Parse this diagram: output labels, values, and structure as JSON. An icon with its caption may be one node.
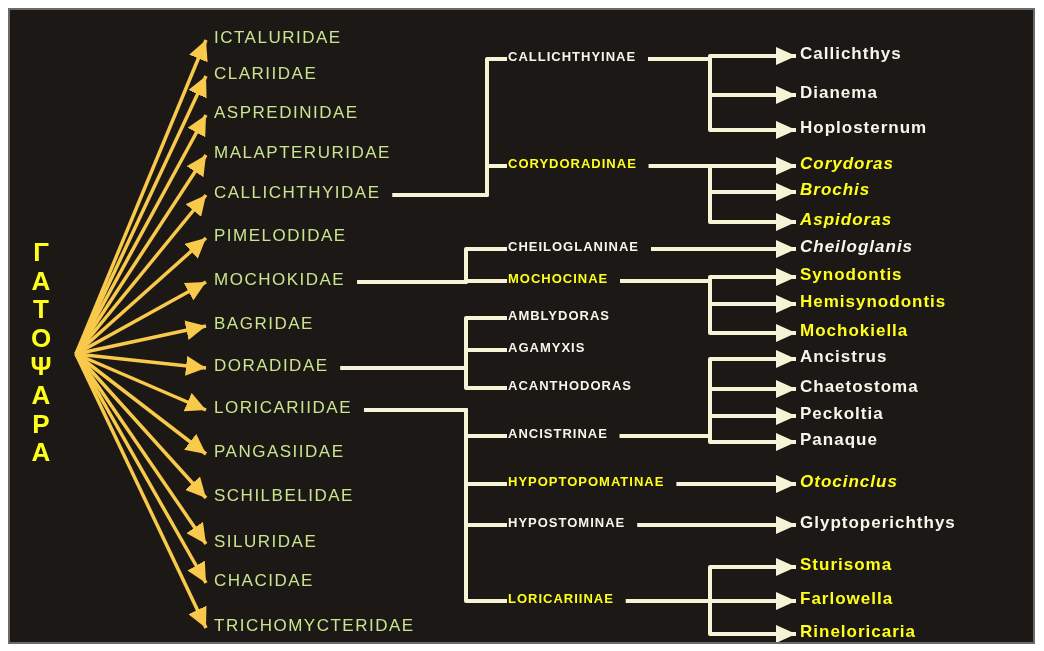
{
  "diagram": {
    "nodes": [
      {
        "text": [
          "ΓΑΤΟΨΑΡΑ"
        ]
      },
      {
        "text": [
          "ICTALURIDAE"
        ]
      },
      {
        "text": [
          "CLARIIDAE"
        ]
      },
      {
        "text": [
          "ASPREDINIDAE"
        ]
      },
      {
        "text": [
          "MALAPTERURIDAE"
        ]
      },
      {
        "text": [
          "CALLICHTHYIDAE"
        ]
      },
      {
        "text": [
          "PIMELODIDAE"
        ]
      },
      {
        "text": [
          "MOCHOKIDAE"
        ]
      },
      {
        "text": [
          "BAGRIDAE"
        ]
      },
      {
        "text": [
          "DORADIDAE"
        ]
      },
      {
        "text": [
          "LORICARIIDAE"
        ]
      },
      {
        "text": [
          "PANGASIIDAE"
        ]
      },
      {
        "text": [
          "SCHILBELIDAE"
        ]
      },
      {
        "text": [
          "SILURIDAE"
        ]
      },
      {
        "text": [
          "CHACIDAE"
        ]
      },
      {
        "text": [
          "TRICHOMYCTERIDAE"
        ]
      },
      {
        "text": [
          "CALLICHTHYINAE"
        ]
      },
      {
        "text": [
          "CORYDORADINAE"
        ]
      },
      {
        "text": [
          "CHEILOGLANINAE"
        ]
      },
      {
        "text": [
          "MOCHOCINAE"
        ]
      },
      {
        "text": [
          "AMBLYDORAS"
        ]
      },
      {
        "text": [
          "AGAMYXIS"
        ]
      },
      {
        "text": [
          "ACANTHODORAS"
        ]
      },
      {
        "text": [
          "ANCISTRINAE"
        ]
      },
      {
        "text": [
          "HYPOPTOPOMATINAE"
        ]
      },
      {
        "text": [
          "HYPOSTOMINAE"
        ]
      },
      {
        "text": [
          "LORICARIINAE"
        ]
      },
      {
        "text": [
          "Callichthys"
        ]
      },
      {
        "text": [
          "Dianema"
        ]
      },
      {
        "text": [
          "Hoplosternum"
        ]
      },
      {
        "text": [
          "Corydoras"
        ]
      },
      {
        "text": [
          "Brochis"
        ]
      },
      {
        "text": [
          "Aspidoras"
        ]
      },
      {
        "text": [
          "Cheiloglanis"
        ]
      },
      {
        "text": [
          "Synodontis"
        ]
      },
      {
        "text": [
          "Hemisynodontis"
        ]
      },
      {
        "text": [
          "Mochokiella"
        ]
      },
      {
        "text": [
          "Ancistrus"
        ]
      },
      {
        "text": [
          "Chaetostoma"
        ]
      },
      {
        "text": [
          "Peckoltia"
        ]
      },
      {
        "text": [
          "Panaque"
        ]
      },
      {
        "text": [
          "Otocinclus"
        ]
      },
      {
        "text": [
          "Glyptoperichthys"
        ]
      },
      {
        "text": [
          "Sturisoma"
        ]
      },
      {
        "text": [
          "Farlowella"
        ]
      },
      {
        "text": [
          "Rineloricaria"
        ]
      }
    ],
    "edges": [
      {
        "from": 0,
        "to": 1,
        "arrow": "to",
        "color": "#f8c94a"
      },
      {
        "from": 0,
        "to": 2,
        "arrow": "to",
        "color": "#f8c94a"
      },
      {
        "from": 0,
        "to": 3,
        "arrow": "to",
        "color": "#f8c94a"
      },
      {
        "from": 0,
        "to": 4,
        "arrow": "to",
        "color": "#f8c94a"
      },
      {
        "from": 0,
        "to": 5,
        "arrow": "to",
        "color": "#f8c94a"
      },
      {
        "from": 0,
        "to": 6,
        "arrow": "to",
        "color": "#f8c94a"
      },
      {
        "from": 0,
        "to": 7,
        "arrow": "to",
        "color": "#f8c94a"
      },
      {
        "from": 0,
        "to": 8,
        "arrow": "to",
        "color": "#f8c94a"
      },
      {
        "from": 0,
        "to": 9,
        "arrow": "to",
        "color": "#f8c94a"
      },
      {
        "from": 0,
        "to": 10,
        "arrow": "to",
        "color": "#f8c94a"
      },
      {
        "from": 0,
        "to": 11,
        "arrow": "to",
        "color": "#f8c94a"
      },
      {
        "from": 0,
        "to": 12,
        "arrow": "to",
        "color": "#f8c94a"
      },
      {
        "from": 0,
        "to": 13,
        "arrow": "to",
        "color": "#f8c94a"
      },
      {
        "from": 0,
        "to": 14,
        "arrow": "to",
        "color": "#f8c94a"
      },
      {
        "from": 0,
        "to": 15,
        "arrow": "to",
        "color": "#f8c94a"
      },
      {
        "from": 5,
        "to": 16,
        "arrow": "none"
      },
      {
        "from": 5,
        "to": 17,
        "arrow": "none"
      },
      {
        "from": 7,
        "to": 18,
        "arrow": "none"
      },
      {
        "from": 7,
        "to": 19,
        "arrow": "none"
      },
      {
        "from": 9,
        "to": 20,
        "arrow": "none"
      },
      {
        "from": 9,
        "to": 21,
        "arrow": "none"
      },
      {
        "from": 9,
        "to": 22,
        "arrow": "none"
      },
      {
        "from": 10,
        "to": 23,
        "arrow": "none"
      },
      {
        "from": 10,
        "to": 24,
        "arrow": "none"
      },
      {
        "from": 10,
        "to": 25,
        "arrow": "none"
      },
      {
        "from": 10,
        "to": 26,
        "arrow": "none"
      },
      {
        "from": 16,
        "to": 27,
        "arrow": "to"
      },
      {
        "from": 16,
        "to": 28,
        "arrow": "to"
      },
      {
        "from": 16,
        "to": 29,
        "arrow": "to"
      },
      {
        "from": 17,
        "to": 30,
        "arrow": "to"
      },
      {
        "from": 17,
        "to": 31,
        "arrow": "to"
      },
      {
        "from": 17,
        "to": 32,
        "arrow": "to"
      },
      {
        "from": 18,
        "to": 33,
        "arrow": "to"
      },
      {
        "from": 19,
        "to": 34,
        "arrow": "to"
      },
      {
        "from": 19,
        "to": 35,
        "arrow": "to"
      },
      {
        "from": 19,
        "to": 36,
        "arrow": "to"
      },
      {
        "from": 23,
        "to": 37,
        "arrow": "to"
      },
      {
        "from": 23,
        "to": 38,
        "arrow": "to"
      },
      {
        "from": 23,
        "to": 39,
        "arrow": "to"
      },
      {
        "from": 23,
        "to": 40,
        "arrow": "to"
      },
      {
        "from": 24,
        "to": 41,
        "arrow": "to"
      },
      {
        "from": 25,
        "to": 42,
        "arrow": "to"
      },
      {
        "from": 26,
        "to": 43,
        "arrow": "to"
      },
      {
        "from": 26,
        "to": 44,
        "arrow": "to"
      },
      {
        "from": 26,
        "to": 45,
        "arrow": "to"
      }
    ]
  }
}
